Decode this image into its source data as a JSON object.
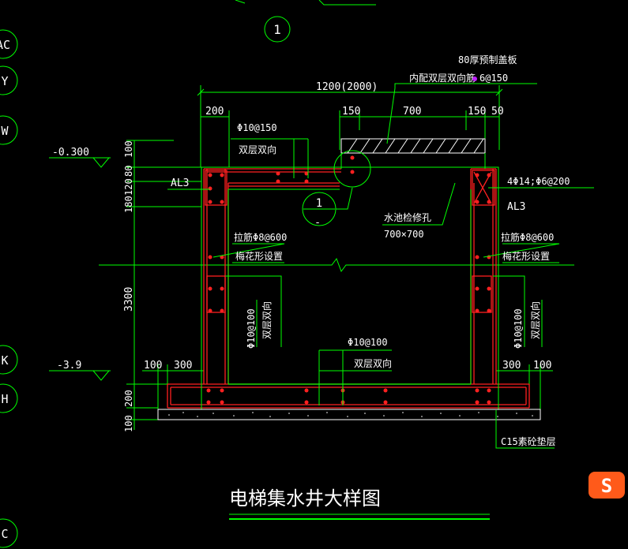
{
  "grid_bubbles": {
    "top": "1",
    "left": [
      "AC",
      "Y",
      "W",
      "K",
      "H",
      "C"
    ]
  },
  "elevations": {
    "top": "-0.300",
    "bottom": "-3.9"
  },
  "dimensions": {
    "overall": "1200(2000)",
    "left_wall": "200",
    "top_segments": [
      "150",
      "700",
      "150",
      "50"
    ],
    "vertical_stack": [
      "100",
      "80",
      "120",
      "180"
    ],
    "height": "3300",
    "base_left": [
      "100",
      "300"
    ],
    "base_right": [
      "300",
      "100"
    ],
    "base_vertical": [
      "200",
      "100"
    ]
  },
  "annotations": {
    "cover_slab": "80厚预制盖板",
    "cover_rebar_prefix": "内配双层双向筋",
    "cover_rebar_suffix": "6@150",
    "top_rebar": "Φ10@150",
    "top_rebar_note": "双层双向",
    "beam_left": "AL3",
    "beam_right": "AL3",
    "beam_rebar": "4Φ14;Φ6@200",
    "section_number": "1",
    "section_sub": "-",
    "manhole": "水池检修孔",
    "manhole_size": "700×700",
    "tie_left": "拉筋Φ8@600",
    "tie_left_note": "梅花形设置",
    "tie_right": "拉筋Φ8@600",
    "tie_right_note": "梅花形设置",
    "wall_left": "Φ10@100",
    "wall_left_note": "双层双向",
    "wall_right": "Φ10@100",
    "wall_right_note": "双层双向",
    "base_rebar": "Φ10@100",
    "base_rebar_note": "双层双向",
    "cushion": "C15素砼垫层"
  },
  "title": "电梯集水井大样图",
  "colors": {
    "background": "#000000",
    "line": "#00ff00",
    "structure": "#ff2020",
    "text": "#ffffff",
    "dimension": "#00ff00"
  },
  "watermark_logo": "S"
}
